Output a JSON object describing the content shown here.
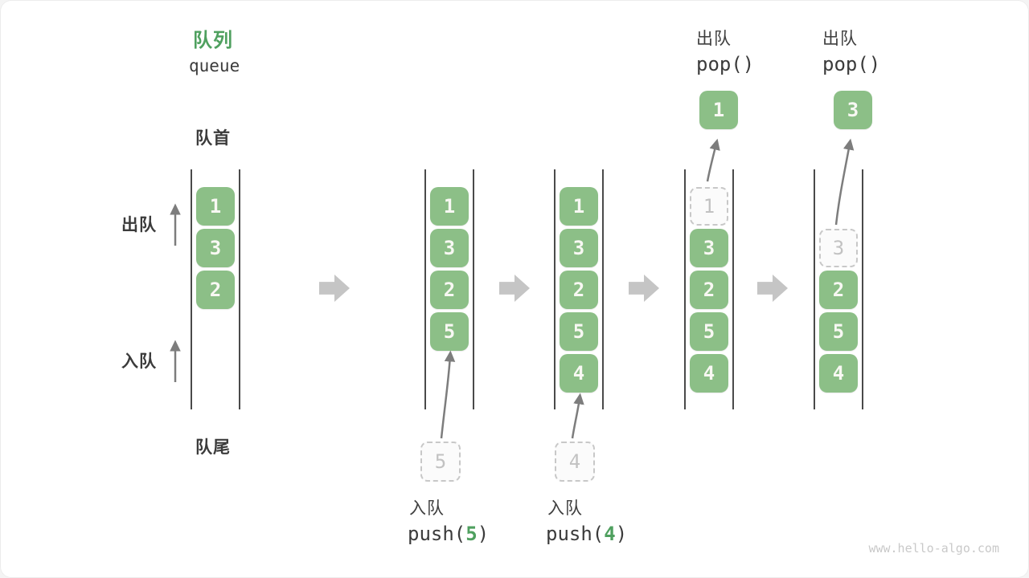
{
  "title": {
    "zh": "队列",
    "en": "queue"
  },
  "side_labels": {
    "front": "队首",
    "rear": "队尾",
    "dequeue": "出队",
    "enqueue": "入队"
  },
  "queues": {
    "q1": {
      "cells": [
        "1",
        "3",
        "2"
      ]
    },
    "q2": {
      "cells": [
        "1",
        "3",
        "2",
        "5"
      ],
      "incoming": "5"
    },
    "q3": {
      "cells": [
        "1",
        "3",
        "2",
        "5",
        "4"
      ],
      "incoming": "4"
    },
    "q4": {
      "removed": "1",
      "cells": [
        "3",
        "2",
        "5",
        "4"
      ]
    },
    "q5": {
      "removed": "3",
      "cells": [
        "2",
        "5",
        "4"
      ]
    }
  },
  "callouts": {
    "push_5": {
      "zh": "入队",
      "fn": "push(",
      "arg": "5",
      "close": ")"
    },
    "push_4": {
      "zh": "入队",
      "fn": "push(",
      "arg": "4",
      "close": ")"
    },
    "pop_1": {
      "zh": "出队",
      "code": "pop()",
      "value": "1"
    },
    "pop_3": {
      "zh": "出队",
      "code": "pop()",
      "value": "3"
    }
  },
  "watermark": "www.hello-algo.com",
  "colors": {
    "accent_green": "#4fa05f",
    "cell_green": "#8cbf87",
    "text_dark": "#3b3b3b",
    "block_arrow_gray": "#c5c5c5",
    "line_arrow_gray": "#7d7d7d",
    "ghost_gray": "#c8c8c8"
  }
}
